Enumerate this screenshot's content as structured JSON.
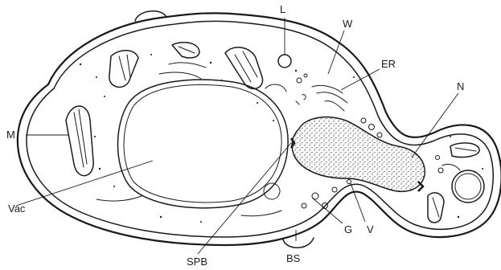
{
  "diagram": {
    "labels": {
      "L": "L",
      "W": "W",
      "ER": "ER",
      "N": "N",
      "M": "M",
      "Vac": "Vac",
      "SPB": "SPB",
      "BS": "BS",
      "G": "G",
      "V": "V"
    },
    "colors": {
      "ink": "#1a1a1a",
      "background": "#ffffff"
    }
  }
}
